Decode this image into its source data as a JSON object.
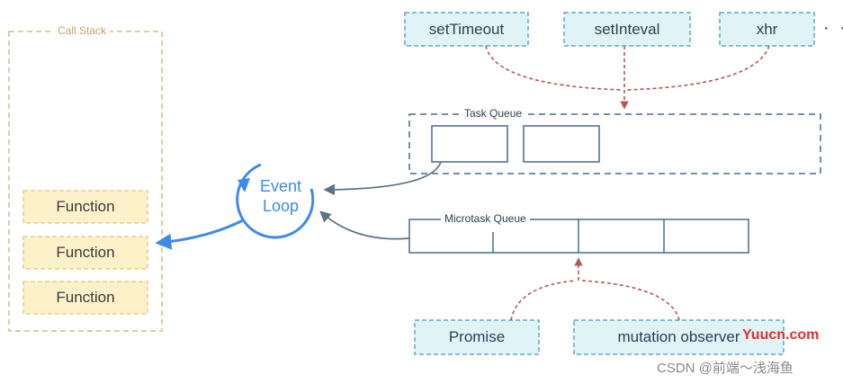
{
  "call_stack": {
    "title": "Call Stack",
    "functions": [
      "Function",
      "Function",
      "Function"
    ]
  },
  "event_loop": {
    "line1": "Event",
    "line2": "Loop"
  },
  "task_queue": {
    "title": "Task Queue",
    "sources": [
      "setTimeout",
      "setInteval",
      "xhr"
    ],
    "more": "· ·"
  },
  "microtask_queue": {
    "title": "Microtask Queue",
    "sources": [
      "Promise",
      "mutation observer"
    ]
  },
  "watermark": {
    "site": "Yuucn.com",
    "author": "CSDN @前端～浅海鱼"
  },
  "colors": {
    "stack_border": "#d9b98a",
    "function_fill": "#fdf1c9",
    "function_border": "#e8cf86",
    "api_fill": "#e0f4f8",
    "api_border": "#5fa9c6",
    "queue_border": "#4a6b8c",
    "loop_blue": "#3f8ae6",
    "arrow_red": "#b55a52",
    "arrow_slate": "#5b7486"
  }
}
